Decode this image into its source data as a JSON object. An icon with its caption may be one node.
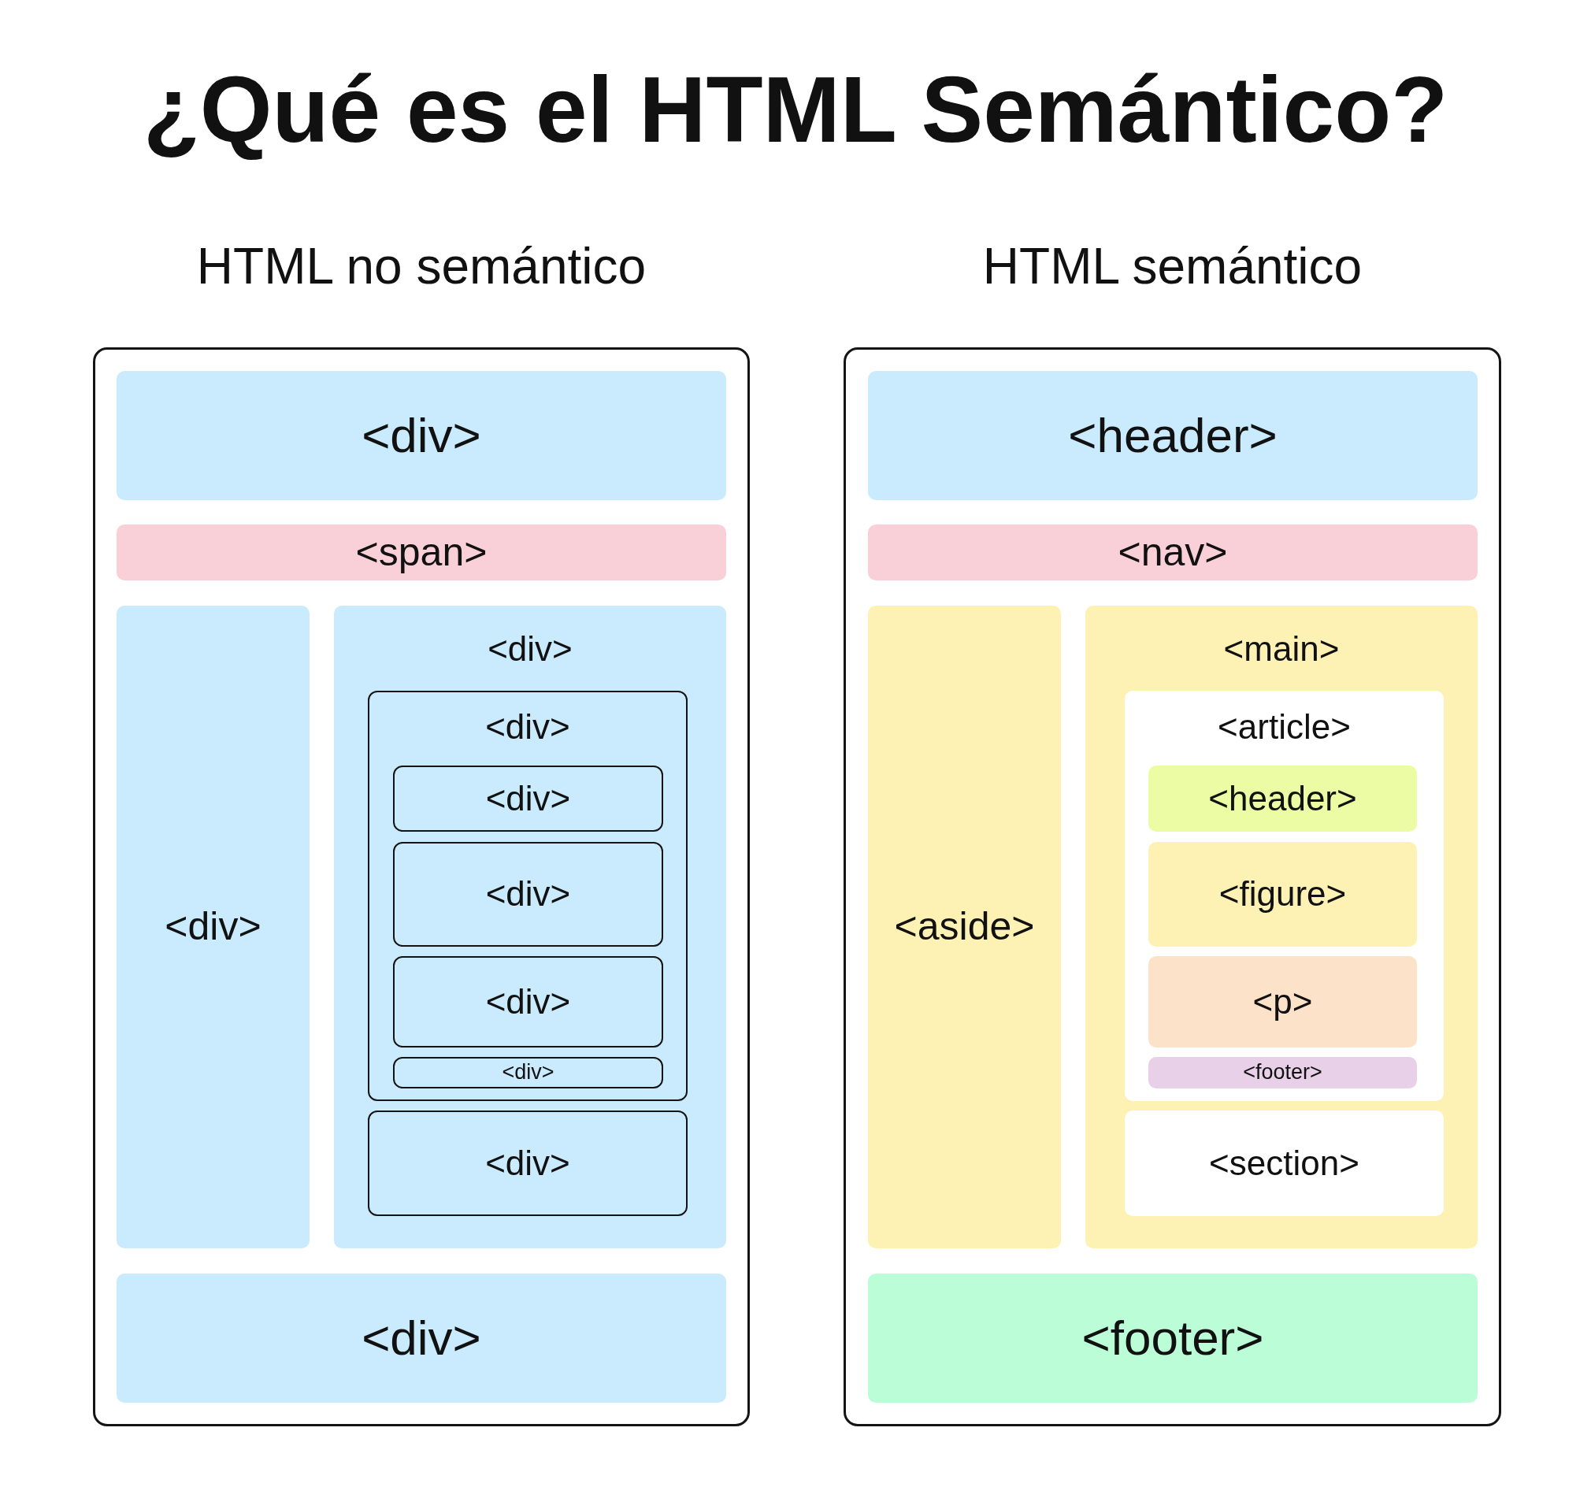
{
  "diagram": {
    "title": "¿Qué es el HTML Semántico?",
    "nodes": [
      {
        "text": [
          "HTML no semántico"
        ]
      },
      {
        "text": [
          "<div>"
        ],
        "in": 0
      },
      {
        "text": [
          "<span>"
        ],
        "in": 0
      },
      {
        "text": [
          "<div>"
        ],
        "in": 0
      },
      {
        "text": [
          "<div>"
        ],
        "in": 0
      },
      {
        "text": [
          "<div>"
        ],
        "in": 4
      },
      {
        "text": [
          "<div>"
        ],
        "in": 5
      },
      {
        "text": [
          "<div>"
        ],
        "in": 5
      },
      {
        "text": [
          "<div>"
        ],
        "in": 5
      },
      {
        "text": [
          "<div>"
        ],
        "in": 5
      },
      {
        "text": [
          "<div>"
        ],
        "in": 4
      },
      {
        "text": [
          "<div>"
        ],
        "in": 0
      },
      {
        "text": [
          "HTML semántico"
        ]
      },
      {
        "text": [
          "<header>"
        ],
        "in": 12
      },
      {
        "text": [
          "<nav>"
        ],
        "in": 12
      },
      {
        "text": [
          "<aside>"
        ],
        "in": 12
      },
      {
        "text": [
          "<main>"
        ],
        "in": 12
      },
      {
        "text": [
          "<article>"
        ],
        "in": 16
      },
      {
        "text": [
          "<header>"
        ],
        "in": 17
      },
      {
        "text": [
          "<figure>"
        ],
        "in": 17
      },
      {
        "text": [
          "<p>"
        ],
        "in": 17
      },
      {
        "text": [
          "<footer>"
        ],
        "in": 17
      },
      {
        "text": [
          "<section>"
        ],
        "in": 16
      },
      {
        "text": [
          "<footer>"
        ],
        "in": 12
      }
    ]
  }
}
